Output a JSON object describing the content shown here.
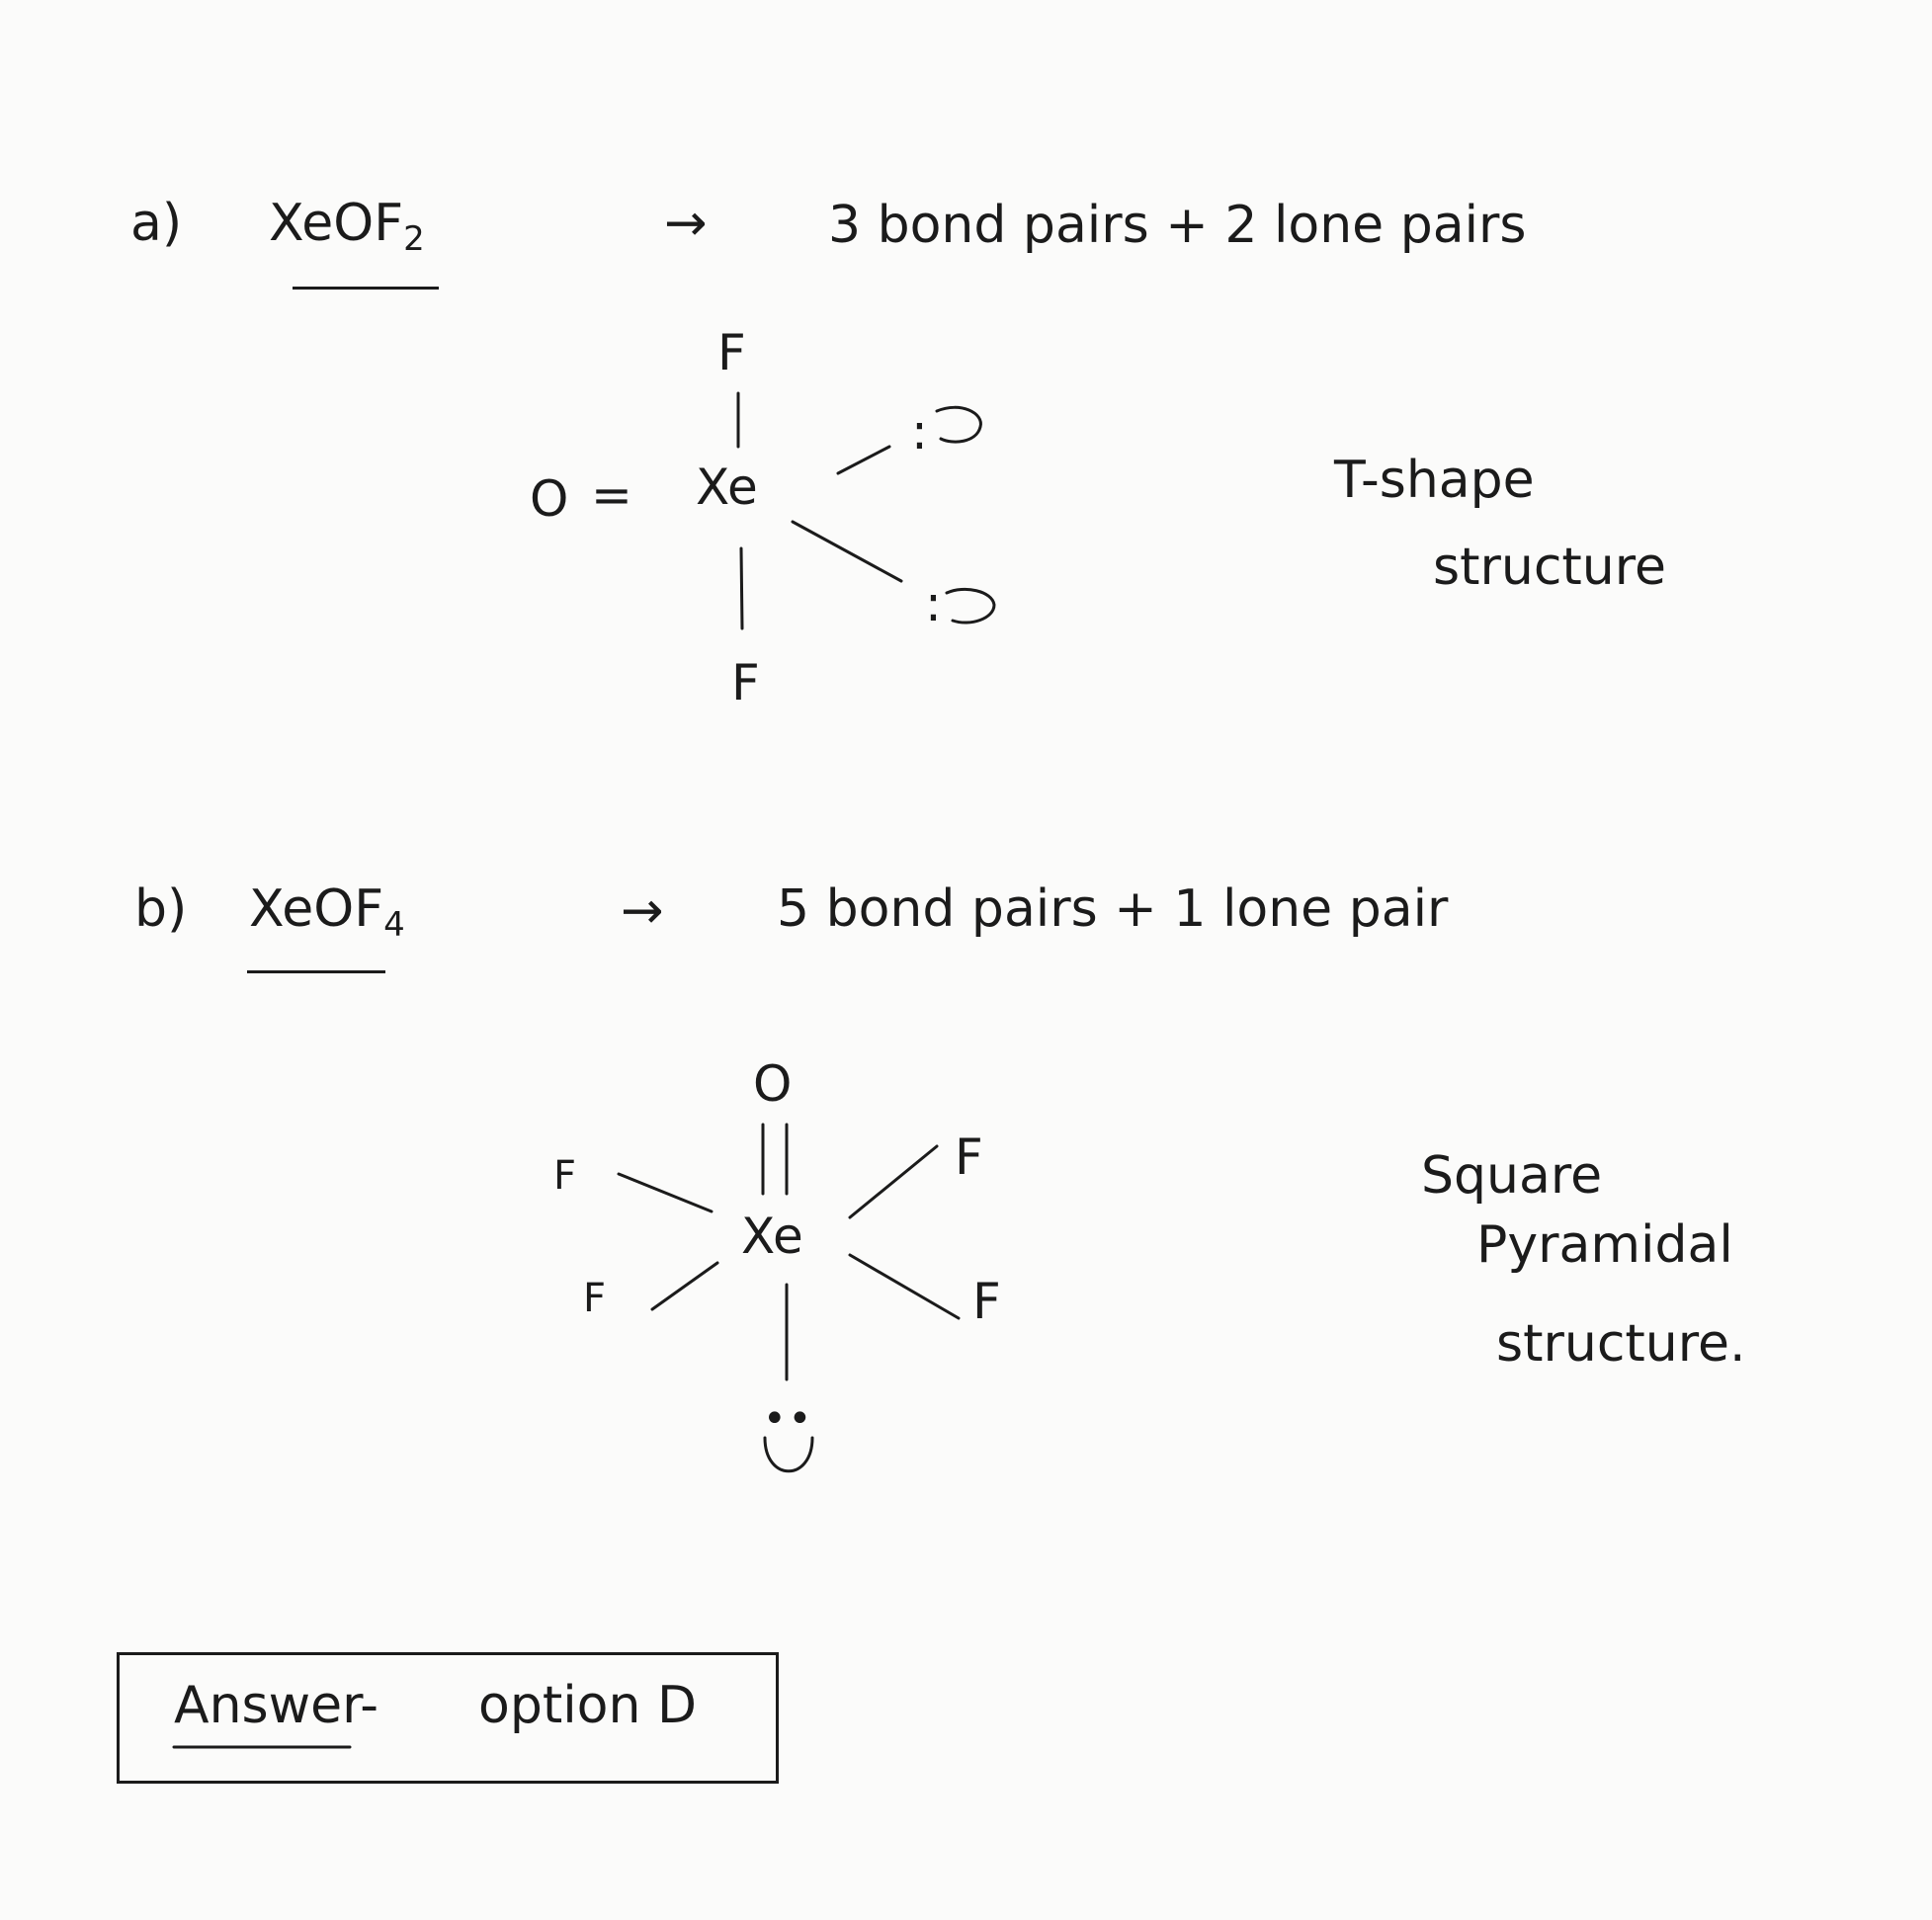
{
  "part_a": {
    "label": "a)",
    "formula": "XeOF",
    "subscript": "2",
    "arrow": "→",
    "description": "3 bond pairs + 2 lone pairs",
    "structure": {
      "top": "F",
      "left": "O",
      "double_bond": "=",
      "center": "Xe",
      "bottom": "F",
      "lone_pair_1": ":",
      "lone_pair_2": ":"
    },
    "shape_line1": "T-shape",
    "shape_line2": "structure"
  },
  "part_b": {
    "label": "b)",
    "formula": "XeOF",
    "subscript": "4",
    "arrow": "→",
    "description": "5 bond pairs + 1 lone pair",
    "structure": {
      "top": "O",
      "double_bond": "||",
      "center": "Xe",
      "upper_left": "F",
      "lower_left": "F",
      "upper_right": "F",
      "lower_right": "F",
      "lone_pair": "••"
    },
    "shape_line1": "Square",
    "shape_line2": "Pyramidal",
    "shape_line3": "structure."
  },
  "answer": {
    "label": "Answer-",
    "value": "option D"
  }
}
